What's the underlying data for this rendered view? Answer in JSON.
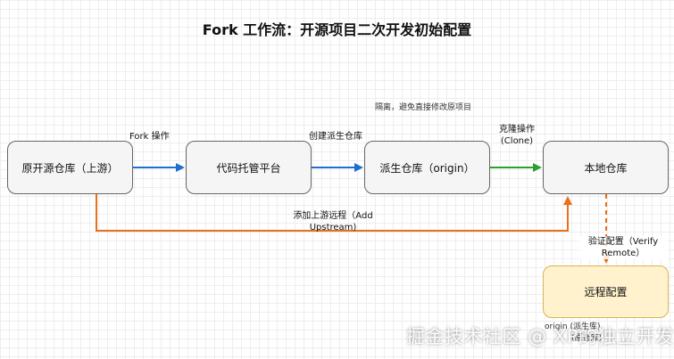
{
  "title": "Fork 工作流：开源项目二次开发初始配置",
  "note": "隔离，避免直接修改原项目",
  "nodes": {
    "upstream": "原开源仓库（上游）",
    "platform": "代码托管平台",
    "origin": "派生仓库（origin）",
    "local": "本地仓库",
    "remote": "远程配置"
  },
  "edges": {
    "fork": "Fork 操作",
    "create": "创建派生仓库",
    "clone_1": "克隆操作",
    "clone_2": "(Clone)",
    "add_upstream_1": "添加上游远程（Add",
    "add_upstream_2": "Upstream)",
    "verify_1": "验证配置（Verify",
    "verify_2": "Remote）"
  },
  "remote_hint_1": "origin (派生库)",
  "remote_hint_2": "(原仓库)",
  "watermark": "掘金技术社区 @ XP的独立开发",
  "colors": {
    "blue": "#1f6fcf",
    "green": "#2ca02c",
    "orange": "#e8701a"
  }
}
